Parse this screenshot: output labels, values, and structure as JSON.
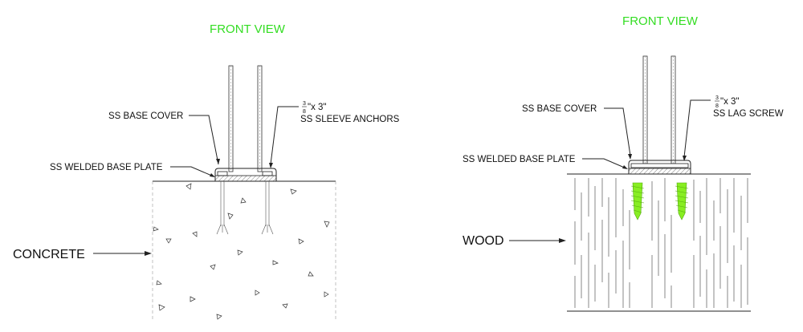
{
  "left_panel": {
    "title": "FRONT VIEW",
    "base_cover_label": "SS BASE COVER",
    "anchor_size_num": "3",
    "anchor_size_den": "8",
    "anchor_size_rest": "\"x 3\"",
    "anchor_label": "SS SLEEVE ANCHORS",
    "base_plate_label": "SS WELDED BASE PLATE",
    "material_label": "CONCRETE"
  },
  "right_panel": {
    "title": "FRONT VIEW",
    "base_cover_label": "SS BASE COVER",
    "screw_size_num": "3",
    "screw_size_den": "8",
    "screw_size_rest": "\"x 3\"",
    "screw_label": "SS LAG SCREW",
    "base_plate_label": "SS WELDED BASE PLATE",
    "material_label": "WOOD"
  },
  "colors": {
    "title": "#33dd22",
    "lag_screw": "#88ee22",
    "line": "#222222"
  }
}
